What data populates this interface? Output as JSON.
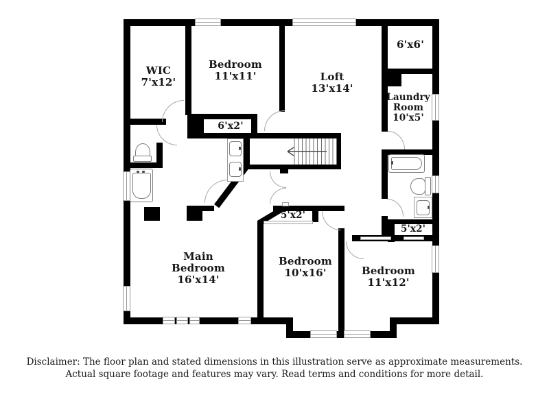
{
  "rooms": [
    {
      "id": "wic",
      "name": "WIC",
      "dims": "7'x12'"
    },
    {
      "id": "bedroom-11x11",
      "name": "Bedroom",
      "dims": "11'x11'"
    },
    {
      "id": "loft",
      "name": "Loft",
      "dims": "13'x14'"
    },
    {
      "id": "area-6x6",
      "name": "",
      "dims": "6'x6'"
    },
    {
      "id": "laundry-room",
      "name": "Laundry Room",
      "dims": "10'x5'"
    },
    {
      "id": "closet-6x2",
      "name": "",
      "dims": "6'x2'"
    },
    {
      "id": "closet-5x2-left",
      "name": "",
      "dims": "5'x2'"
    },
    {
      "id": "closet-5x2-right",
      "name": "",
      "dims": "5'x2'"
    },
    {
      "id": "main-bedroom",
      "name": "Main Bedroom",
      "dims": "16'x14'"
    },
    {
      "id": "bedroom-10x16",
      "name": "Bedroom",
      "dims": "10'x16'"
    },
    {
      "id": "bedroom-11x12",
      "name": "Bedroom",
      "dims": "11'x12'"
    }
  ],
  "fixtures": [
    "staircase",
    "stair-direction-arrow",
    "double-vanity-sinks",
    "toilet",
    "bathtub",
    "toilet",
    "bathtub",
    "vanity-sink"
  ],
  "disclaimer": {
    "line1": "Disclaimer: The floor plan and stated dimensions in this illustration serve as approximate measurements.",
    "line2": "Actual square footage and features may vary. Read terms and conditions for more detail."
  },
  "colors": {
    "wall": "#000000",
    "line": "#9b9b9b",
    "text": "#1a1a1a",
    "background": "#ffffff"
  }
}
